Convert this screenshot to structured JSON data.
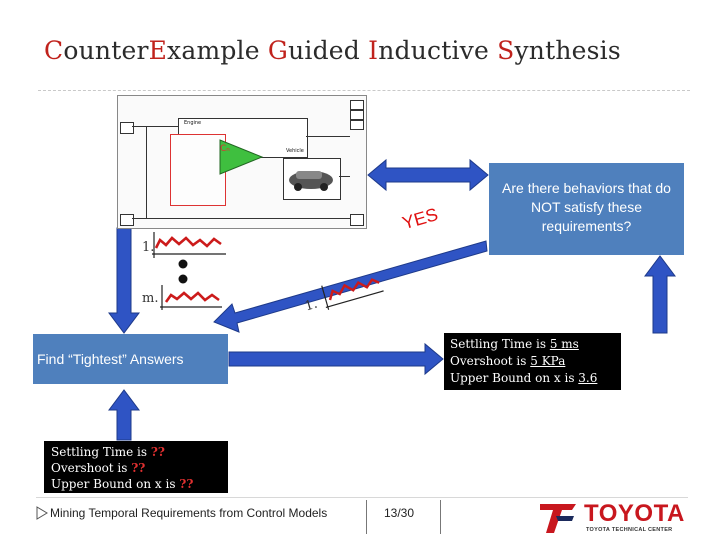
{
  "title": {
    "p1_hl": "C",
    "p1": "ounter",
    "p2_hl": "E",
    "p2": "xample ",
    "p3_hl": "G",
    "p3": "uided ",
    "p4_hl": "I",
    "p4": "nductive ",
    "p5_hl": "S",
    "p5": "ynthesis"
  },
  "requirements_box": "Are there behaviors that do NOT satisfy these requirements?",
  "yes_label": "YES",
  "trace_labels": {
    "first": "1.",
    "last": "m.",
    "counterexample": "1."
  },
  "find_box": "Find “Tightest” Answers",
  "answer_box": {
    "line1_prefix": "Settling Time is ",
    "line1_value": "5 ms",
    "line2_prefix": "Overshoot is ",
    "line2_value": "5 KPa",
    "line3_prefix": "Upper Bound on x is ",
    "line3_value": "3.6"
  },
  "query_box": {
    "line1_prefix": "Settling Time is ",
    "line1_value": "??",
    "line2_prefix": "Overshoot is ",
    "line2_value": "??",
    "line3_prefix": "Upper Bound on x is ",
    "line3_value": "??"
  },
  "footer": {
    "text": "Mining Temporal Requirements from Control Models",
    "page": "13/30"
  },
  "logo": {
    "word": "TOYOTA",
    "subtitle": "TOYOTA TECHNICAL CENTER"
  },
  "simulink": {
    "engine": "Engine",
    "cn": "Cₙ",
    "vehicle": "Vehicle"
  },
  "colors": {
    "accent_red": "#c0221c",
    "box_blue": "#4f80bd",
    "arrow_blue": "#2f54c4",
    "trace_red": "#cc1b1b"
  }
}
